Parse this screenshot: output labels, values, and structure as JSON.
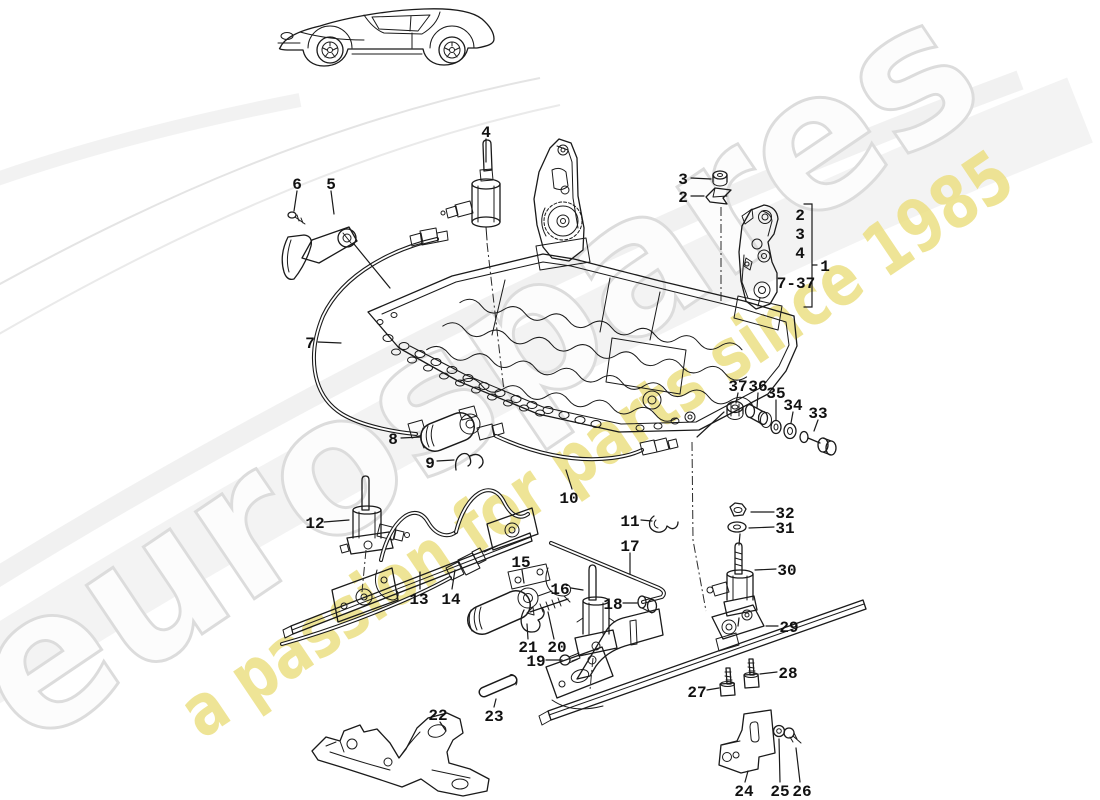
{
  "watermark": {
    "brand": "eurospares",
    "tagline": "a passion for parts since 1985",
    "brand_fill": "#fcfcfc",
    "brand_outline": "#dcdcdc",
    "tagline_color": "#ece084"
  },
  "vehicle": {
    "silhouette": "porsche-911-coupe-side-view"
  },
  "diagram": {
    "subject": "seat-frame-exploded-view",
    "line_color": "#1a1a1a"
  },
  "callouts": {
    "n1": "1",
    "n2_left": "2",
    "n3_left": "3",
    "n4_top": "4",
    "n5": "5",
    "n6": "6",
    "col2": "2",
    "col3": "3",
    "col4": "4",
    "n7_37": "7-37",
    "n7": "7",
    "n8": "8",
    "n9": "9",
    "n10": "10",
    "n11": "11",
    "n12": "12",
    "n13": "13",
    "n14": "14",
    "n15": "15",
    "n16": "16",
    "n17": "17",
    "n18": "18",
    "n19": "19",
    "n20": "20",
    "n21": "21",
    "n22": "22",
    "n23": "23",
    "n24": "24",
    "n25": "25",
    "n26": "26",
    "n27": "27",
    "n28": "28",
    "n29": "29",
    "n30": "30",
    "n31": "31",
    "n32": "32",
    "n33": "33",
    "n34": "34",
    "n35": "35",
    "n36": "36",
    "n37": "37"
  }
}
